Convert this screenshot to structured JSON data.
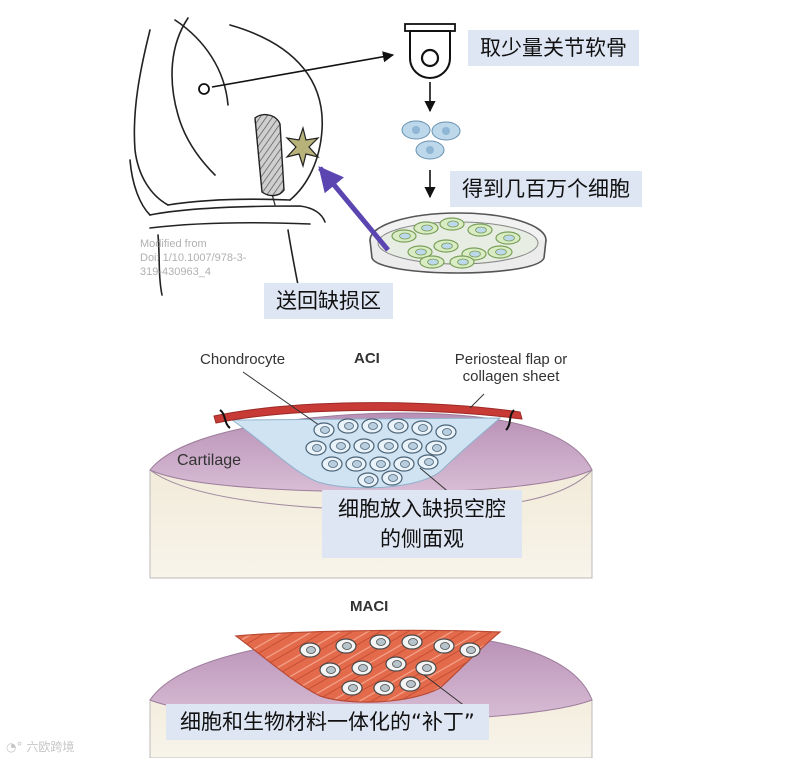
{
  "top_panel": {
    "step1_label": "取少量关节软骨",
    "step2_label": "得到几百万个细胞",
    "step3_label": "送回缺损区",
    "credit_lines": [
      "Modified from",
      "Doi: 1/10.1007/978-3-",
      "319-430963_4"
    ]
  },
  "aci_panel": {
    "title": "ACI",
    "chondrocyte_label": "Chondrocyte",
    "periosteal_label_line1": "Periosteal flap or",
    "periosteal_label_line2": "collagen sheet",
    "cartilage_label": "Cartilage",
    "caption_line1": "细胞放入缺损空腔",
    "caption_line2": "的侧面观"
  },
  "maci_panel": {
    "title": "MACI",
    "caption": "细胞和生物材料一体化的“补丁”"
  },
  "watermark": {
    "text": "六欧跨境"
  },
  "colors": {
    "label_bg": "#dfe6f3",
    "arrow_purple": "#5b45b0",
    "cartilage_purple": "#c8a8c4",
    "bone_beige": "#ece1cc",
    "flap_red": "#c83a35",
    "defect_blue": "#cfe3f2",
    "patch_salmon": "#e46a4c",
    "cell_blue": "#bcd8ea",
    "cell_green": "#d9ecc4"
  }
}
